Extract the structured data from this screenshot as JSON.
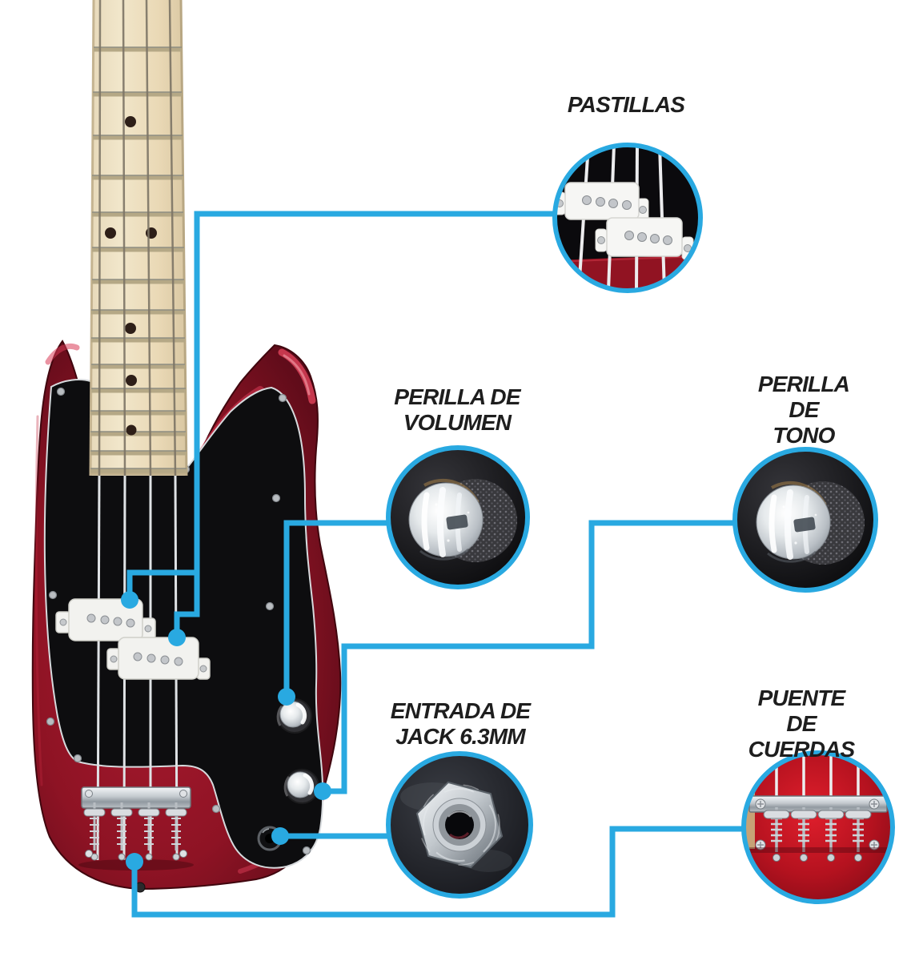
{
  "diagram": {
    "subject": "electric-bass-guitar-parts",
    "labels": {
      "pickups": "PASTILLAS",
      "volume": "PERILLA DE\nVOLUMEN",
      "tone": "PERILLA DE\nTONO",
      "jack": "ENTRADA DE\nJACK 6.3MM",
      "bridge": "PUENTE DE\nCUERDAS"
    },
    "colors": {
      "accent_blue": "#29A9E1",
      "body_red": "#8E1324",
      "pickguard_black": "#0D0D0F",
      "neck_maple": "#EBDFC2",
      "label_text": "#1E1E1E",
      "background": "#FFFFFF"
    }
  }
}
